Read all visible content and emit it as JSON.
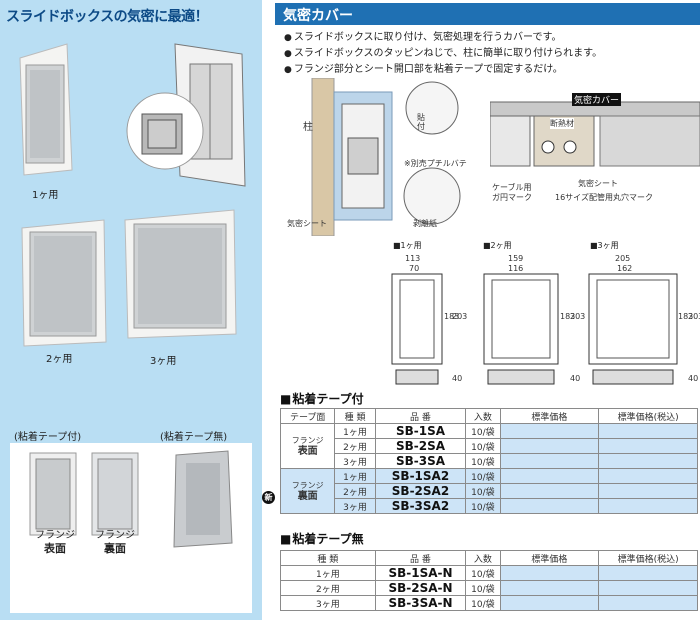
{
  "left": {
    "title": "スライドボックスの気密に最適！",
    "captions": {
      "one": "1ヶ用",
      "two": "2ヶ用",
      "three": "3ヶ用"
    },
    "with_tape": "(粘着テープ付)",
    "without_tape": "(粘着テープ無)",
    "flange_front_1": "フランジ",
    "flange_front_2": "表面",
    "flange_back_1": "フランジ",
    "flange_back_2": "裏面"
  },
  "right": {
    "header": "気密カバー",
    "bullets": [
      "スライドボックスに取り付け、気密処理を行うカバーです。",
      "スライドボックスのタッピンねじで、柱に簡単に取り付けられます。",
      "フランジ部分とシート開口部を粘着テープで固定するだけ。"
    ],
    "diagram": {
      "pillar": "柱",
      "sheet": "気密シート",
      "cut": "※別売プチルバテ",
      "paper": "剥離紙",
      "cover_label": "気密カバー",
      "insulation": "断熱材",
      "cable1": "ケーブル用",
      "cable2": "ガ円マーク",
      "sheet2": "気密シート",
      "mark": "16サイズ配管用丸穴マーク",
      "tsuke": "貼\n付"
    },
    "dims": {
      "one": {
        "label": "■1ヶ用",
        "w1": "113",
        "w2": "70",
        "h1": "183",
        "h2": "203",
        "d": "40"
      },
      "two": {
        "label": "■2ヶ用",
        "w1": "159",
        "w2": "116",
        "h1": "183",
        "h2": "203",
        "d": "40"
      },
      "three": {
        "label": "■3ヶ用",
        "w1": "205",
        "w2": "162",
        "h1": "183",
        "h2": "203",
        "d": "40"
      }
    }
  },
  "table1": {
    "title": "粘着テープ付",
    "headers": [
      "テープ面",
      "種 類",
      "品 番",
      "入数",
      "標準価格",
      "標準価格(税込)"
    ],
    "groups": [
      {
        "label1": "フランジ",
        "label2": "表面",
        "rows": [
          {
            "type": "1ヶ用",
            "code": "SB-1SA",
            "qty": "10/袋"
          },
          {
            "type": "2ヶ用",
            "code": "SB-2SA",
            "qty": "10/袋"
          },
          {
            "type": "3ヶ用",
            "code": "SB-3SA",
            "qty": "10/袋"
          }
        ]
      },
      {
        "label1": "フランジ",
        "label2": "裏面",
        "rows": [
          {
            "type": "1ヶ用",
            "code": "SB-1SA2",
            "qty": "10/袋"
          },
          {
            "type": "2ヶ用",
            "code": "SB-2SA2",
            "qty": "10/袋"
          },
          {
            "type": "3ヶ用",
            "code": "SB-3SA2",
            "qty": "10/袋"
          }
        ]
      }
    ],
    "new_badge": "新"
  },
  "table2": {
    "title": "粘着テープ無",
    "headers": [
      "種 類",
      "品 番",
      "入数",
      "標準価格",
      "標準価格(税込)"
    ],
    "rows": [
      {
        "type": "1ヶ用",
        "code": "SB-1SA-N",
        "qty": "10/袋"
      },
      {
        "type": "2ヶ用",
        "code": "SB-2SA-N",
        "qty": "10/袋"
      },
      {
        "type": "3ヶ用",
        "code": "SB-3SA-N",
        "qty": "10/袋"
      }
    ]
  }
}
